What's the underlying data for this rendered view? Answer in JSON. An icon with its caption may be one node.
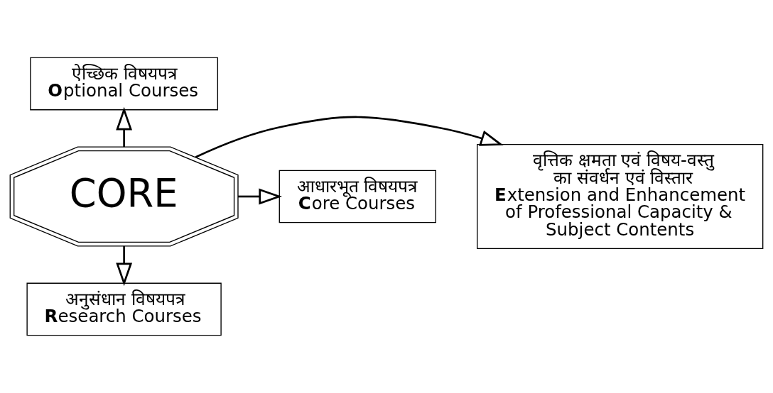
{
  "diagram": {
    "nodes": [
      {
        "text": [
          "ऐच्छिक विषयपत्र",
          "**O**ptional Courses"
        ]
      },
      {
        "text": [
          "आधारभूत विषयपत्र",
          "**C**ore Courses"
        ]
      },
      {
        "text": [
          "CORE"
        ]
      },
      {
        "text": [
          "वृत्तिक क्षमता एवं विषय-वस्तु का संवर्धन एवं विस्तार",
          "**E**xtension and Enhancement of Professional Capacity & Subject Contents"
        ]
      },
      {
        "text": [
          "अनुसंधान विषयपत्र",
          "**R**esearch Courses"
        ]
      }
    ],
    "edges": [
      {
        "from": 2,
        "to": 0,
        "arrow": "to"
      },
      {
        "from": 2,
        "to": 1,
        "arrow": "to"
      },
      {
        "from": 2,
        "to": 3,
        "arrow": "to"
      },
      {
        "from": 2,
        "to": 4,
        "arrow": "to"
      }
    ]
  }
}
